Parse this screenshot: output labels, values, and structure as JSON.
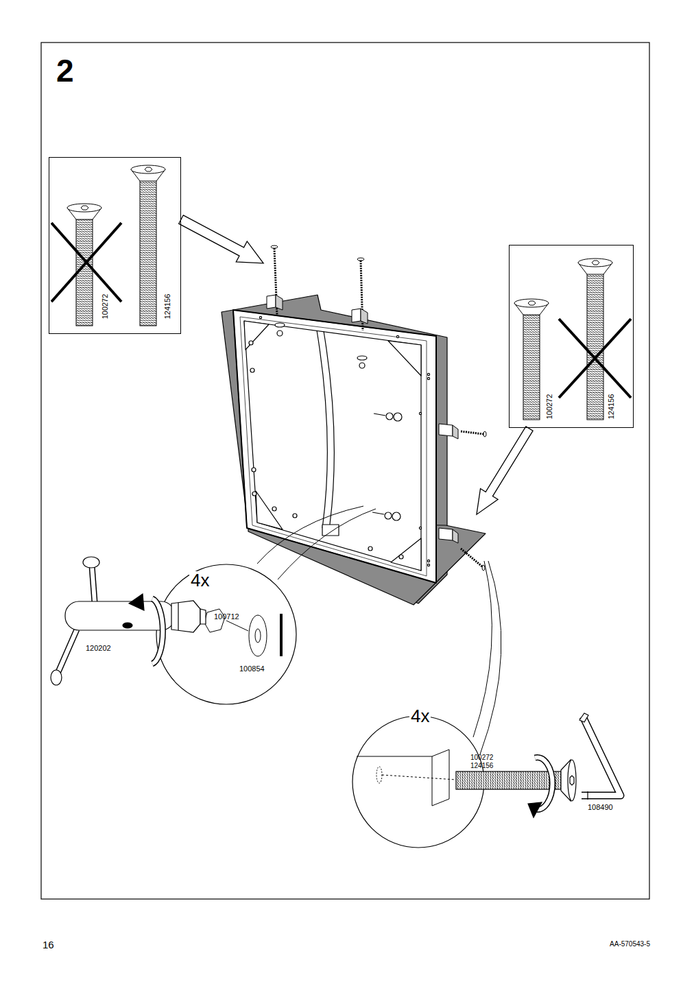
{
  "diagram": {
    "title": "2",
    "nodes": [
      {
        "text": [
          "100272",
          "124156"
        ]
      },
      {
        "text": [
          "100272",
          "124156"
        ]
      }
    ],
    "labels": [
      "4x",
      "100712",
      "120202",
      "100854",
      "4x",
      "100272",
      "124156",
      "108490",
      "16",
      "AA-570543-5"
    ]
  }
}
